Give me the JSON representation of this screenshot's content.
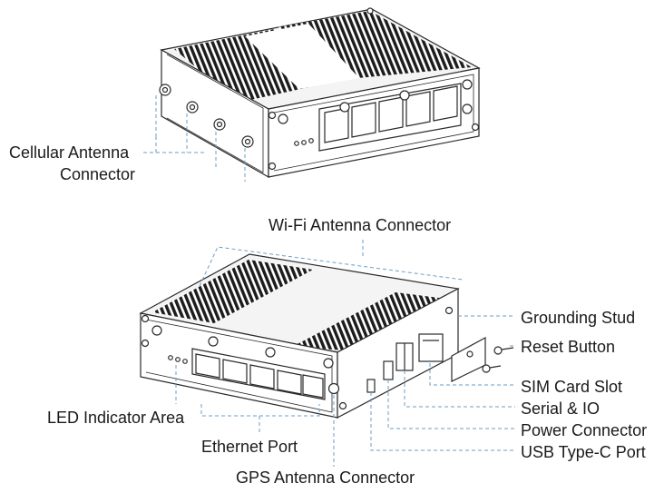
{
  "labels": {
    "cellular_line1": "Cellular Antenna",
    "cellular_line2": "Connector",
    "wifi": "Wi-Fi Antenna Connector",
    "grounding": "Grounding Stud",
    "reset": "Reset Button",
    "sim": "SIM Card Slot",
    "serial": "Serial & IO",
    "power": "Power Connector",
    "usb": "USB Type-C Port",
    "led": "LED Indicator Area",
    "ethernet": "Ethernet Port",
    "gps": "GPS Antenna Connector"
  },
  "colors": {
    "outline": "#2a2a2a",
    "leader": "#6a9ec8"
  }
}
